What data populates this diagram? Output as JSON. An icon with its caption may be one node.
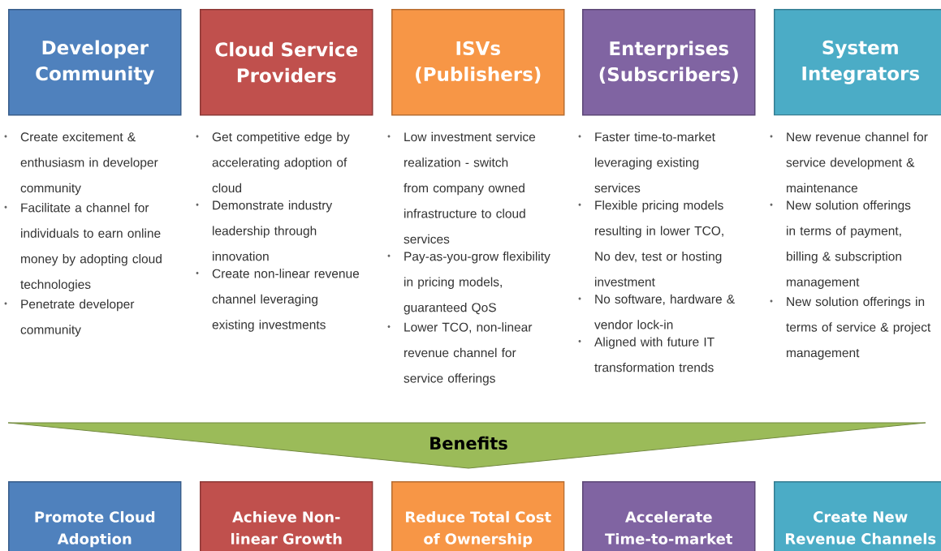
{
  "diagram": {
    "nodes": [
      {
        "text": [
          "Developer Community"
        ],
        "beside": [
          "Create excitement & enthusiasm in developer community",
          "Facilitate a channel for individuals to earn online money by adopting cloud technologies",
          "Penetrate developer community"
        ]
      },
      {
        "text": [
          "Cloud Service Providers"
        ],
        "beside": [
          "Get competitive edge by accelerating adoption of cloud",
          "Demonstrate industry leadership through innovation",
          "Create non-linear revenue channel leveraging existing investments"
        ]
      },
      {
        "text": [
          "ISVs (Publishers)"
        ],
        "beside": [
          "Low investment service realization - switch from company owned infrastructure to cloud services",
          "Pay-as-you-grow flexibility in pricing models, guaranteed QoS",
          "Lower TCO, non-linear revenue channel for service offerings"
        ]
      },
      {
        "text": [
          "Enterprises (Subscribers)"
        ],
        "beside": [
          "Faster time-to-market leveraging existing services",
          "Flexible pricing models resulting in lower TCO, No dev, test or hosting investment",
          "No software, hardware & vendor lock-in",
          "Aligned with future IT transformation trends"
        ]
      },
      {
        "text": [
          "System Integrators"
        ],
        "beside": [
          "New revenue channel for service development & maintenance",
          "New solution offerings in terms of payment, billing & subscription management",
          "New solution offerings in terms of service & project management"
        ]
      },
      {
        "text": [
          "Benefits"
        ]
      },
      {
        "text": [
          "Promote Cloud Adoption"
        ]
      },
      {
        "text": [
          "Achieve Non-linear Growth"
        ]
      },
      {
        "text": [
          "Reduce Total Cost of Ownership"
        ]
      },
      {
        "text": [
          "Accelerate Time-to-market"
        ]
      },
      {
        "text": [
          "Create New Revenue Channels"
        ]
      }
    ]
  }
}
